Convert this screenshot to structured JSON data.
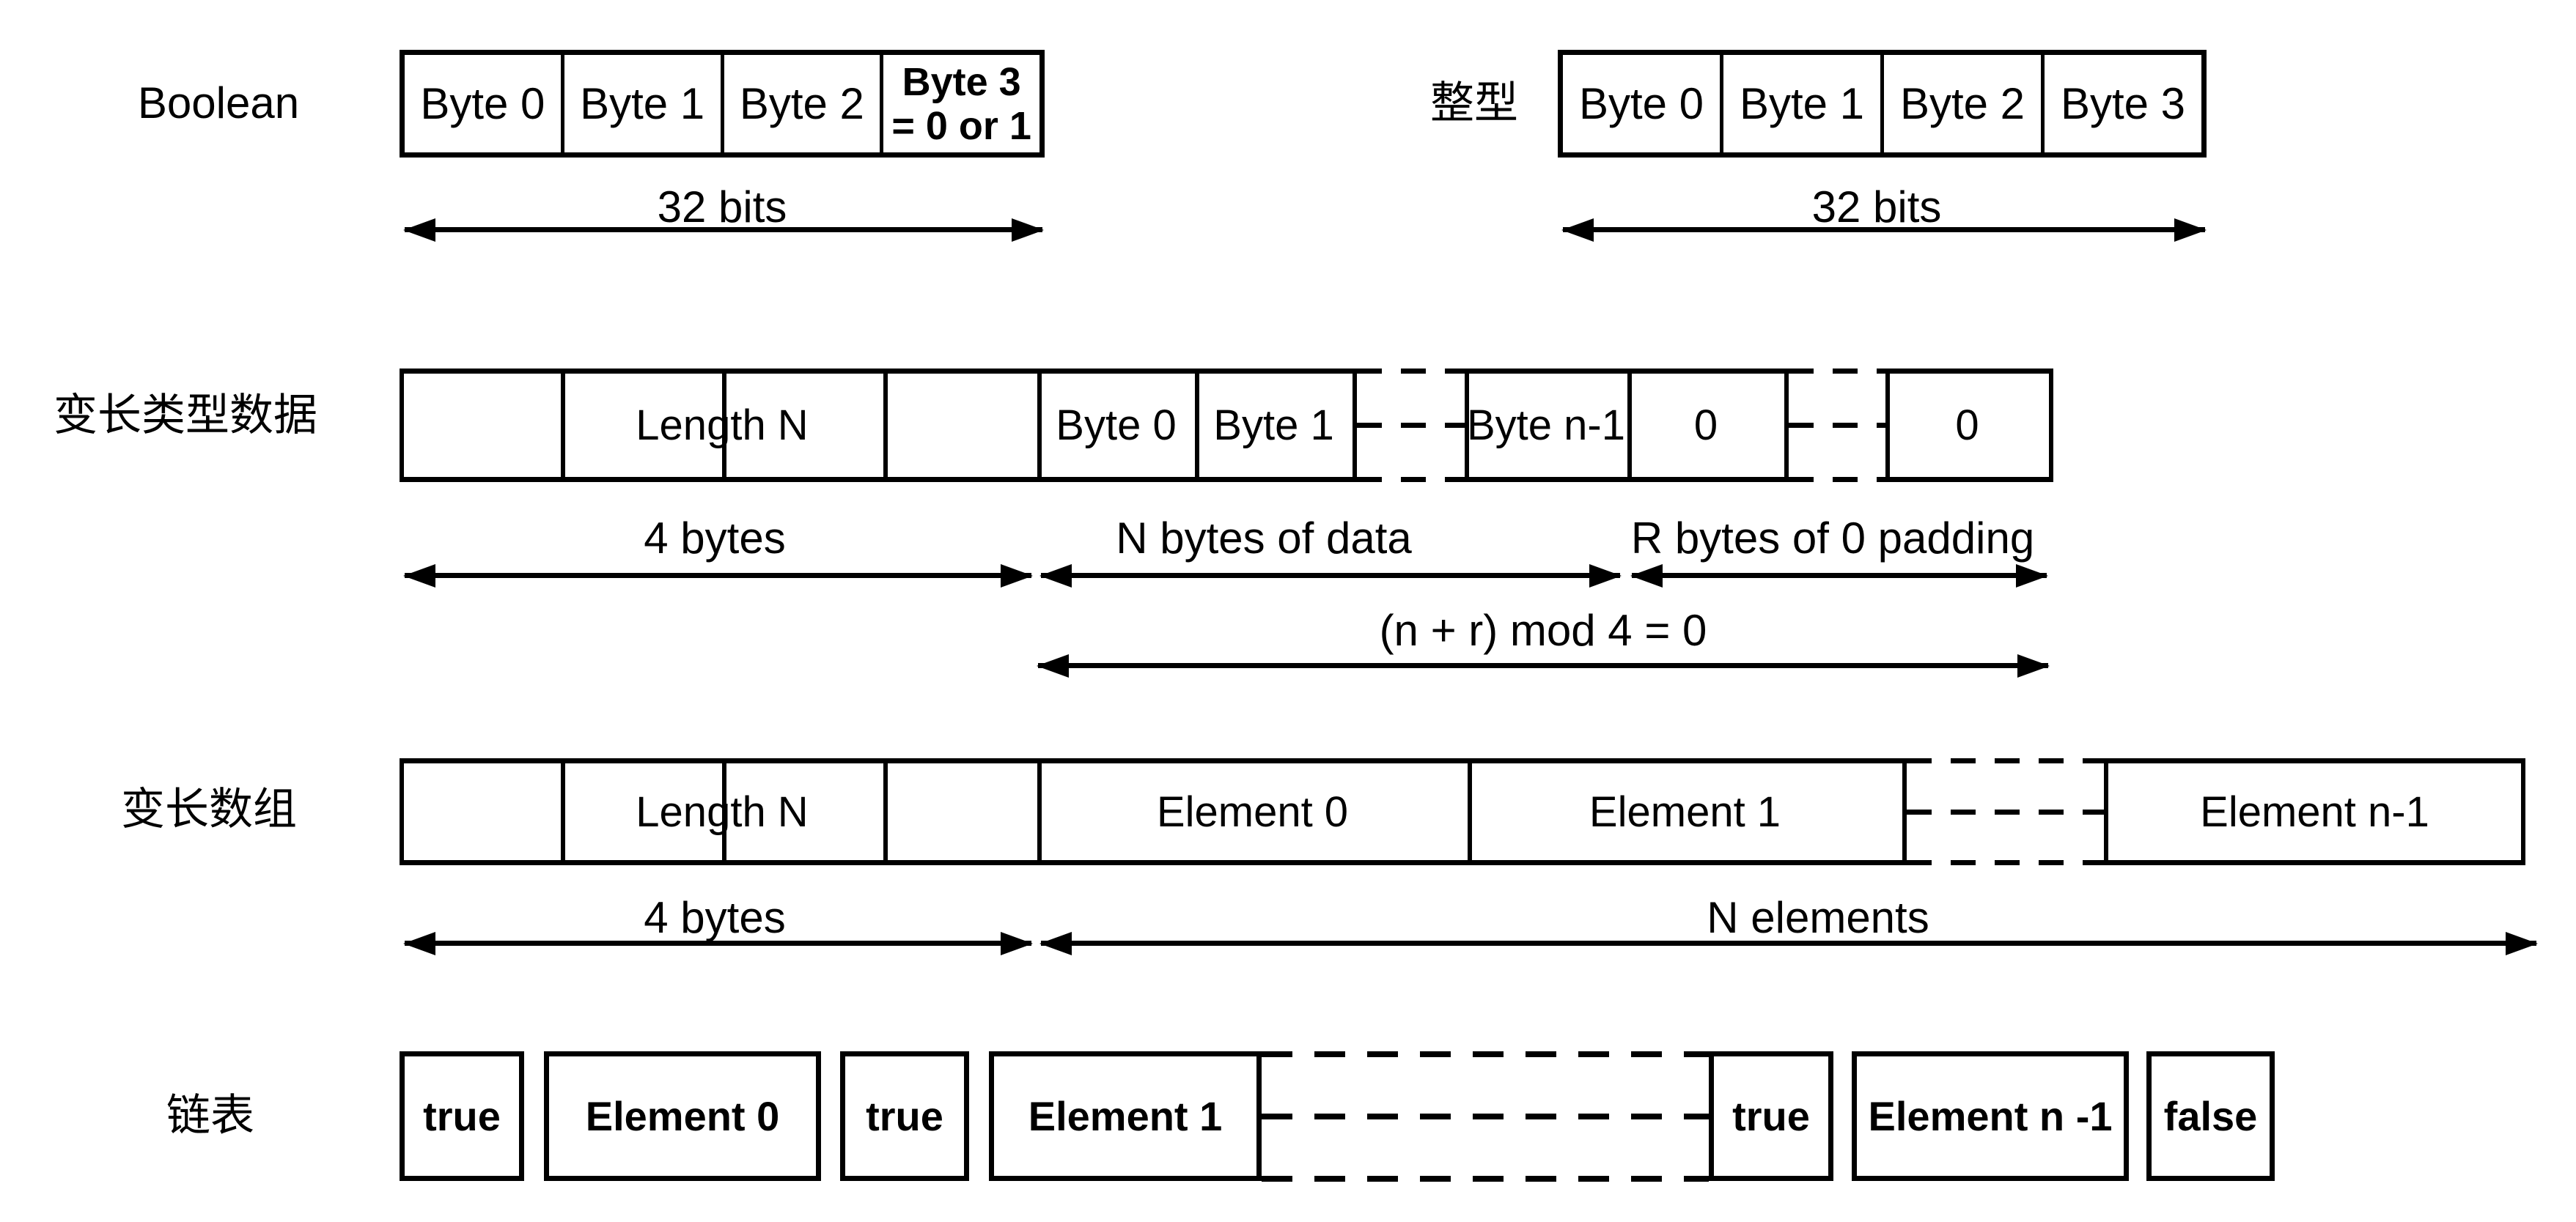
{
  "diagram": {
    "boolean": {
      "label": "Boolean",
      "cells": [
        "Byte 0",
        "Byte 1",
        "Byte 2"
      ],
      "byte3": {
        "line1": "Byte 3",
        "line2": "= 0 or 1"
      },
      "span": "32 bits"
    },
    "integer": {
      "label": "整型",
      "cells": [
        "Byte 0",
        "Byte 1",
        "Byte 2",
        "Byte 3"
      ],
      "span": "32 bits"
    },
    "variable_data": {
      "label": "变长类型数据",
      "length": "Length N",
      "data_cells": [
        "Byte 0",
        "Byte 1",
        "Byte n-1",
        "0",
        "0"
      ],
      "spans": [
        "4 bytes",
        "N bytes of data",
        "R bytes of 0 padding"
      ],
      "constraint": "(n + r) mod 4 = 0"
    },
    "variable_array": {
      "label": "变长数组",
      "length": "Length N",
      "cells": [
        "Element 0",
        "Element 1",
        "Element n-1"
      ],
      "spans": [
        "4 bytes",
        "N elements"
      ]
    },
    "linked_list": {
      "label": "链表",
      "cells": [
        "true",
        "Element 0",
        "true",
        "Element 1",
        "true",
        "Element n -1",
        "false"
      ]
    }
  }
}
